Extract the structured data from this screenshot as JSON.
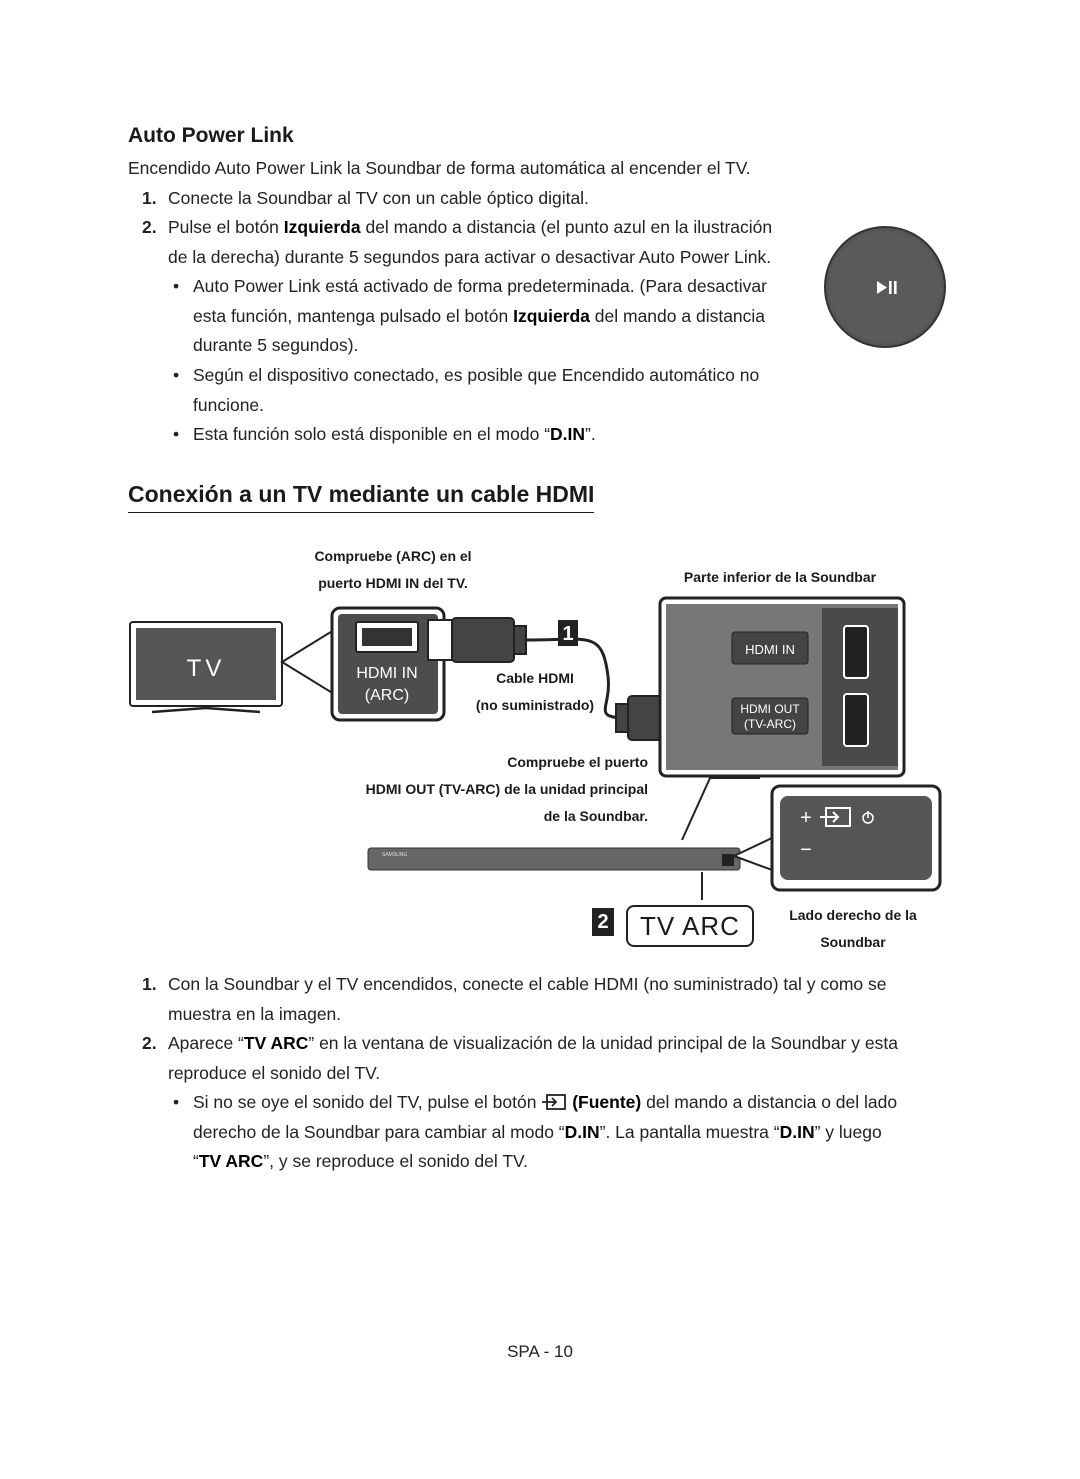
{
  "section1": {
    "title": "Auto Power Link",
    "intro": "Encendido Auto Power Link la Soundbar de forma automática al encender el TV.",
    "steps": [
      {
        "num": "1.",
        "text": "Conecte la Soundbar al TV con un cable óptico digital."
      },
      {
        "num": "2.",
        "line1_pre": "Pulse el botón ",
        "line1_bold": "Izquierda",
        "line1_post": " del mando a distancia (el punto azul en la ilustración",
        "line2": "de la derecha) durante 5 segundos para activar o desactivar Auto Power Link."
      }
    ],
    "bullets": [
      {
        "line1": "Auto Power Link está activado de forma predeterminada. (Para desactivar",
        "line2_pre": "esta función, mantenga pulsado el botón ",
        "line2_bold": "Izquierda",
        "line2_post": " del mando a distancia",
        "line3": "durante 5 segundos)."
      },
      {
        "line1": "Según el dispositivo conectado, es posible que Encendido automático no",
        "line2": "funcione."
      },
      {
        "pre": "Esta función solo está disponible en el modo “",
        "bold": "D.IN",
        "post": "”."
      }
    ],
    "remote_icon": "play-pause-icon",
    "remote_symbol": "▶II"
  },
  "section2": {
    "title": "Conexión a un TV mediante un cable HDMI",
    "diagram": {
      "check_arc_line1": "Compruebe (ARC) en el",
      "check_arc_line2": "puerto HDMI IN del TV.",
      "tv_label": "TV",
      "hdmi_in_label": "HDMI IN",
      "arc_label": "(ARC)",
      "step1_badge": "1",
      "cable_line1": "Cable HDMI",
      "cable_line2": "(no suministrado)",
      "bottom_label": "Parte inferior de la Soundbar",
      "port_hdmi_in": "HDMI IN",
      "port_hdmi_out": "HDMI OUT",
      "port_tv_arc": "(TV-ARC)",
      "check_out_line1": "Compruebe el puerto",
      "check_out_line2": "HDMI OUT (TV-ARC) de la unidad principal",
      "check_out_line3": "de la Soundbar.",
      "soundbar_brand": "SAMSUNG",
      "step2_badge": "2",
      "display_text": "TV ARC",
      "side_label_line1": "Lado derecho de la",
      "side_label_line2": "Soundbar",
      "side_plus": "+",
      "side_minus": "−"
    },
    "steps": [
      {
        "num": "1.",
        "line1": "Con la Soundbar y el TV encendidos, conecte el cable HDMI (no suministrado) tal y como se",
        "line2": "muestra en la imagen."
      },
      {
        "num": "2.",
        "pre": "Aparece “",
        "bold": "TV ARC",
        "post": "” en la ventana de visualización de la unidad principal de la Soundbar y esta",
        "line2": "reproduce el sonido del TV."
      }
    ],
    "bullet": {
      "pre": "Si no se oye el sonido del TV, pulse el botón ",
      "icon": "source-icon",
      "bold": "(Fuente)",
      "post": " del mando a distancia o del lado",
      "line2_pre": "derecho de la Soundbar para cambiar al modo “",
      "line2_bold1": "D.IN",
      "line2_mid": "”. La pantalla muestra “",
      "line2_bold2": "D.IN",
      "line2_post": "” y luego",
      "line3_pre": "“",
      "line3_bold": "TV ARC",
      "line3_post": "”, y se reproduce el sonido del TV."
    }
  },
  "footer": {
    "page": "SPA - 10"
  }
}
